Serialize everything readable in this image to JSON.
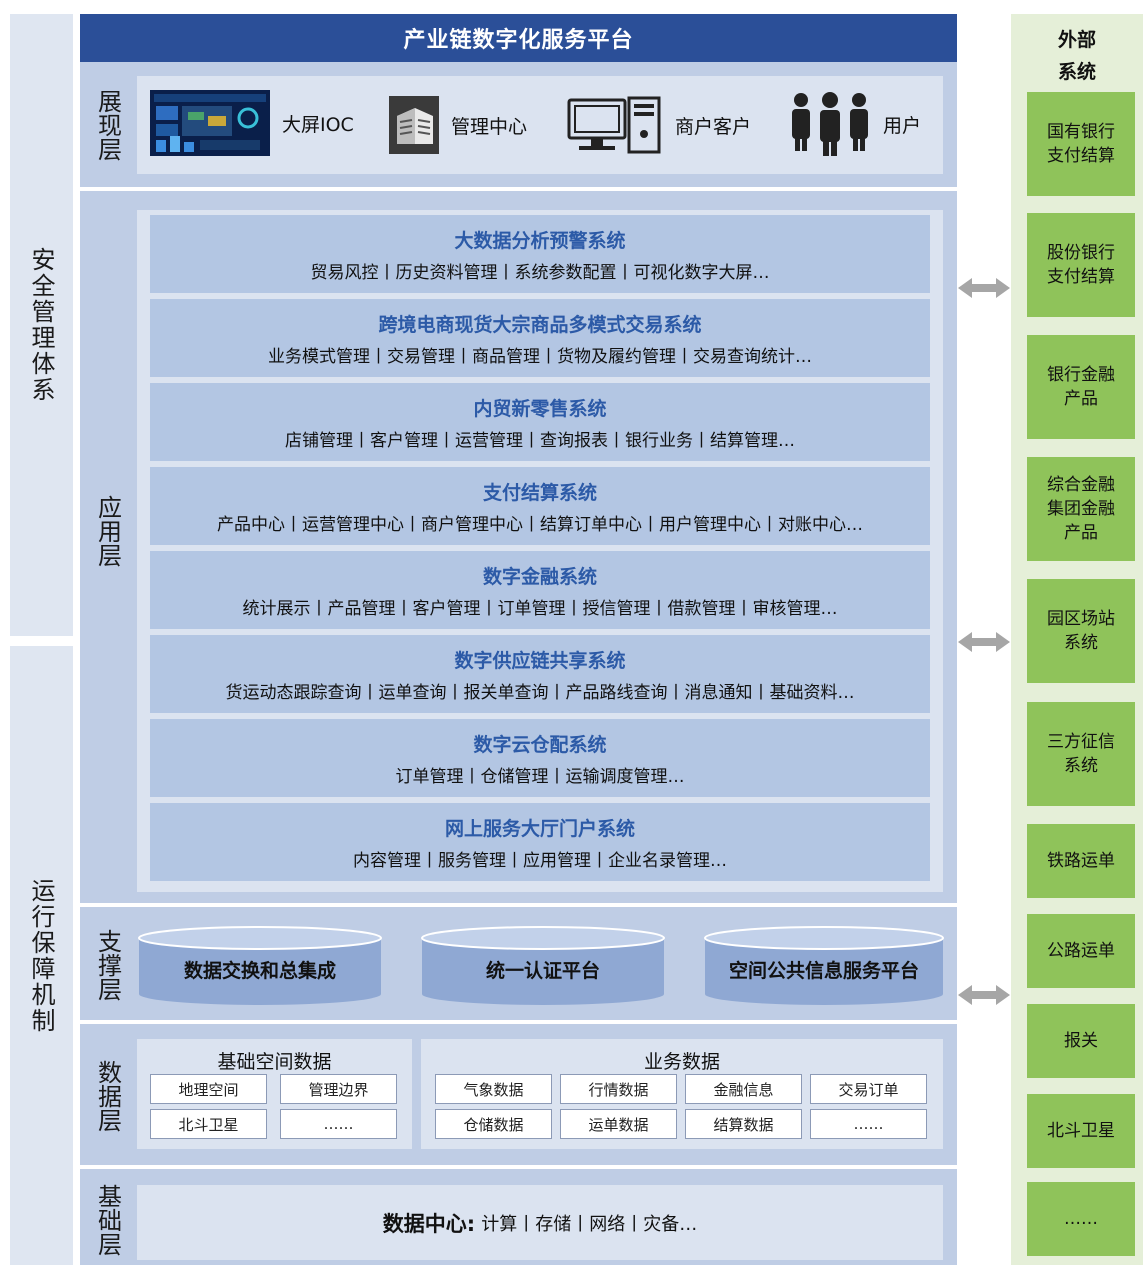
{
  "title": "产业链数字化服务平台",
  "left": {
    "security": "安全管理体系",
    "operation": "运行保障机制"
  },
  "layers": {
    "presentation": "展现层",
    "application": "应用层",
    "support": "支撑层",
    "data": "数据层",
    "infrastructure": "基础层"
  },
  "presentation": [
    {
      "label": "大屏IOC",
      "icon": "dashboard-screen-icon"
    },
    {
      "label": "管理中心",
      "icon": "building-icon"
    },
    {
      "label": "商户客户",
      "icon": "computer-icon"
    },
    {
      "label": "用户",
      "icon": "users-icon"
    }
  ],
  "systems": [
    {
      "title": "大数据分析预警系统",
      "items": "贸易风控丨历史资料管理丨系统参数配置丨可视化数字大屏…"
    },
    {
      "title": "跨境电商现货大宗商品多模式交易系统",
      "items": "业务模式管理丨交易管理丨商品管理丨货物及履约管理丨交易查询统计…"
    },
    {
      "title": "内贸新零售系统",
      "items": "店铺管理丨客户管理丨运营管理丨查询报表丨银行业务丨结算管理…"
    },
    {
      "title": "支付结算系统",
      "items": "产品中心丨运营管理中心丨商户管理中心丨结算订单中心丨用户管理中心丨对账中心…"
    },
    {
      "title": "数字金融系统",
      "items": "统计展示丨产品管理丨客户管理丨订单管理丨授信管理丨借款管理丨审核管理…"
    },
    {
      "title": "数字供应链共享系统",
      "items": "货运动态跟踪查询丨运单查询丨报关单查询丨产品路线查询丨消息通知丨基础资料…"
    },
    {
      "title": "数字云仓配系统",
      "items": "订单管理丨仓储管理丨运输调度管理…"
    },
    {
      "title": "网上服务大厅门户系统",
      "items": "内容管理丨服务管理丨应用管理丨企业名录管理…"
    }
  ],
  "support": [
    "数据交换和总集成",
    "统一认证平台",
    "空间公共信息服务平台"
  ],
  "data_layer": {
    "spatial": {
      "title": "基础空间数据",
      "cells": [
        "地理空间",
        "管理边界",
        "北斗卫星",
        "……"
      ]
    },
    "business": {
      "title": "业务数据",
      "cells": [
        "气象数据",
        "行情数据",
        "金融信息",
        "交易订单",
        "仓储数据",
        "运单数据",
        "结算数据",
        "……"
      ]
    }
  },
  "infrastructure": {
    "label": "数据中心:",
    "items": "计算丨存储丨网络丨灾备…"
  },
  "external": {
    "title": "外部系统",
    "items": [
      "国有银行支付结算",
      "股份银行支付结算",
      "银行金融产品",
      "综合金融集团金融产品",
      "园区场站系统",
      "三方征信系统",
      "铁路运单",
      "公路运单",
      "报关",
      "北斗卫星",
      "……"
    ]
  },
  "colors": {
    "title_bar": "#2b4f98",
    "system_title": "#2c5aa7",
    "external_box": "#8fc35a",
    "layer_bg": "#bfcde5"
  }
}
